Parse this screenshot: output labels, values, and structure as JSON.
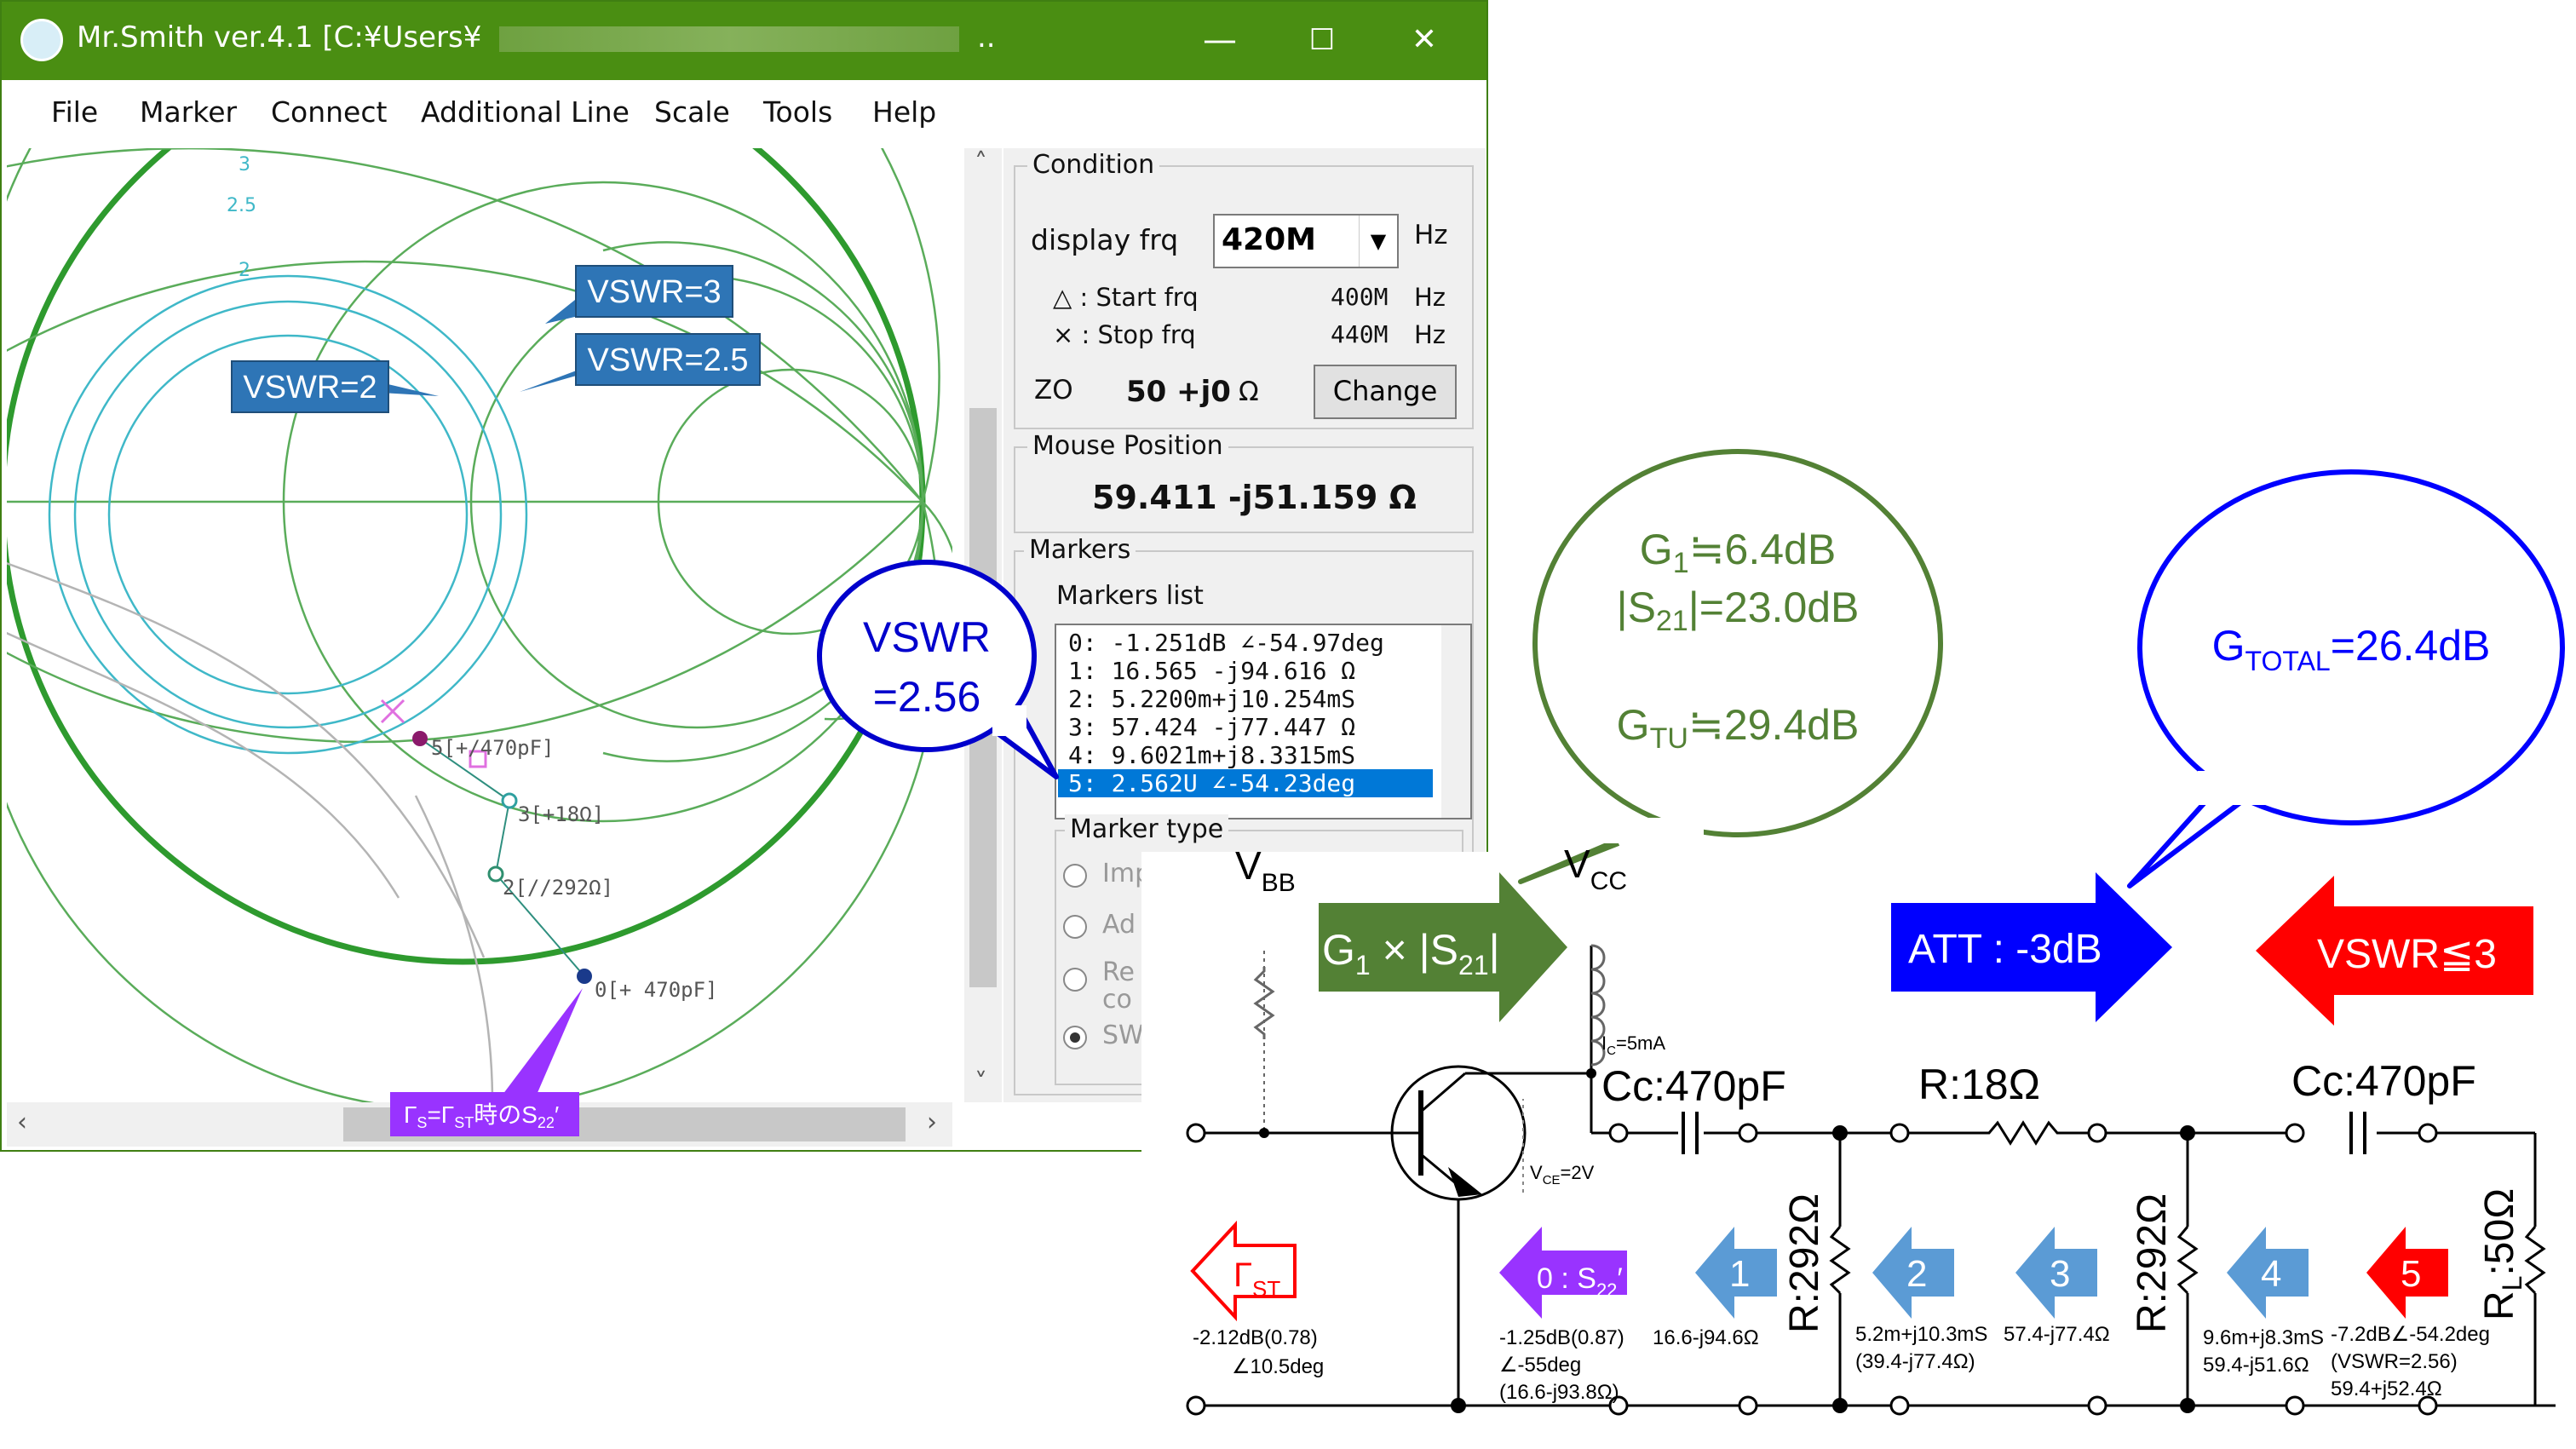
{
  "window": {
    "title": "Mr.Smith ver.4.1 [C:¥Users¥",
    "title_suffix": "..",
    "minimize": "—",
    "maximize": "☐",
    "close": "✕"
  },
  "menu": [
    "File",
    "Marker",
    "Connect",
    "Additional Line",
    "Scale",
    "Tools",
    "Help"
  ],
  "chart": {
    "labels": [
      "3",
      "2.5",
      "2"
    ],
    "marker_labels": [
      "5[+/470pF]",
      "3[+18Ω]",
      "2[//292Ω]",
      "0[+ 470pF]"
    ],
    "callouts": {
      "vswr3": "VSWR=3",
      "vswr25": "VSWR=2.5",
      "vswr2": "VSWR=2"
    },
    "gamma_label": "Γ",
    "gamma_label_rest": "=Γ",
    "gamma_label_tail": "時のS",
    "gamma_sub_s": "S",
    "gamma_sub_st": "ST",
    "gamma_sub_22": "22",
    "gamma_prime": "′"
  },
  "condition": {
    "group": "Condition",
    "display_frq_label": "display frq",
    "display_frq_value": "420M",
    "hz": "Hz",
    "start_label": "△ : Start frq",
    "start_value": "400M",
    "stop_label": "× : Stop frq",
    "stop_value": "440M",
    "z0_label": "ZO",
    "z0_value": "50 +j0",
    "ohm": "Ω",
    "change_button": "Change"
  },
  "mouse": {
    "group": "Mouse Position",
    "value": "59.411  -j51.159 Ω"
  },
  "markers": {
    "group": "Markers",
    "list_label": "Markers list",
    "items": [
      "0: -1.251dB ∠-54.97deg",
      "1: 16.565 -j94.616 Ω",
      "2: 5.2200m+j10.254mS",
      "3: 57.424 -j77.447 Ω",
      "4: 9.6021m+j8.3315mS",
      "5: 2.562U ∠-54.23deg"
    ],
    "selected_index": 5,
    "type_group": "Marker type",
    "type_options": [
      "Imp",
      "Ad",
      "Re",
      "co",
      "SW"
    ]
  },
  "annotations": {
    "vswr_bubble_1": "VSWR",
    "vswr_bubble_2": "=2.56",
    "g1_line": "≒6.4dB",
    "s21_line": "|S",
    "s21_val": "|=23.0dB",
    "gtu_line": "≒29.4dB",
    "gtotal_pre": "G",
    "gtotal_sub": "TOTAL",
    "gtotal_val": "=26.4dB",
    "g1_arrow_pre": "G",
    "g1_arrow_mid": " × |S",
    "g1_arrow_end": "|",
    "att_arrow": "ATT : -3dB",
    "vswr_arrow": "VSWR≦3",
    "colors": {
      "green": "#538135",
      "blue": "#0000ff",
      "red": "#ff0000",
      "purple": "#9933ff",
      "steel": "#5b9bd5"
    }
  },
  "circuit": {
    "vbb": "V",
    "vbb_sub": "BB",
    "vcc": "V",
    "vcc_sub": "CC",
    "ic": "I",
    "ic_sub": "C",
    "ic_val": "=5mA",
    "vce": "V",
    "vce_sub": "CE",
    "vce_val": "=2V",
    "cc1": "Cc:470pF",
    "r18": "R:18Ω",
    "cc2": "Cc:470pF",
    "r292a": "R:292Ω",
    "r292b": "R:292Ω",
    "rl": "R",
    "rl_sub": "L",
    "rl_val": ":50Ω",
    "gamma_st": "Γ",
    "gamma_st_sub": "ST",
    "s22_pre": "0 : S",
    "s22_sub": "22",
    "s22_prime": "′",
    "steps": [
      "1",
      "2",
      "3",
      "4",
      "5"
    ],
    "values": {
      "gst_1": "-2.12dB(0.78)",
      "gst_2": "∠10.5deg",
      "s22_1": "-1.25dB(0.87)",
      "s22_2": "∠-55deg",
      "s22_3": "(16.6-j93.8Ω)",
      "m1": "16.6-j94.6Ω",
      "m2_1": "5.2m+j10.3mS",
      "m2_2": "(39.4-j77.4Ω)",
      "m3": "57.4-j77.4Ω",
      "m4_1": "9.6m+j8.3mS",
      "m4_2": "59.4-j51.6Ω",
      "m5_1": "-7.2dB∠-54.2deg",
      "m5_2": "(VSWR=2.56)",
      "m5_3": "59.4+j52.4Ω"
    }
  }
}
